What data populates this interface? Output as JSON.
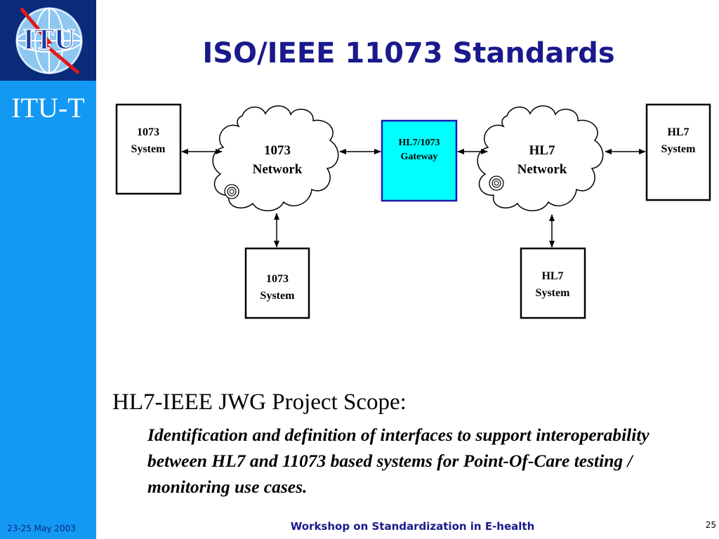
{
  "header": {
    "title": "ISO/IEEE 11073 Standards"
  },
  "sidebar": {
    "logo_text": "ITU",
    "org_label": "ITU-T",
    "date": "23-25 May 2003",
    "colors": {
      "sidebar": "#1398f4",
      "logo_bg": "#0a2a7a"
    }
  },
  "diagram": {
    "left_system": {
      "line1": "1073",
      "line2": "System"
    },
    "network_1073": {
      "line1": "1073",
      "line2": "Network"
    },
    "gateway": {
      "line1": "HL7/1073",
      "line2": "Gateway",
      "fill": "#00ffff",
      "border": "#1a1ab0"
    },
    "network_hl7": {
      "line1": "HL7",
      "line2": "Network"
    },
    "right_system": {
      "line1": "HL7",
      "line2": "System"
    },
    "bottom_1073_system": {
      "line1": "1073",
      "line2": "System"
    },
    "bottom_hl7_system": {
      "line1": "HL7",
      "line2": "System"
    }
  },
  "scope": {
    "heading": "HL7-IEEE JWG Project Scope:",
    "body": "Identification and definition of interfaces to support interoperability between HL7 and 11073 based systems for Point-Of-Care testing / monitoring use cases."
  },
  "footer": {
    "workshop": "Workshop on Standardization in E-health",
    "page_number": "25"
  }
}
